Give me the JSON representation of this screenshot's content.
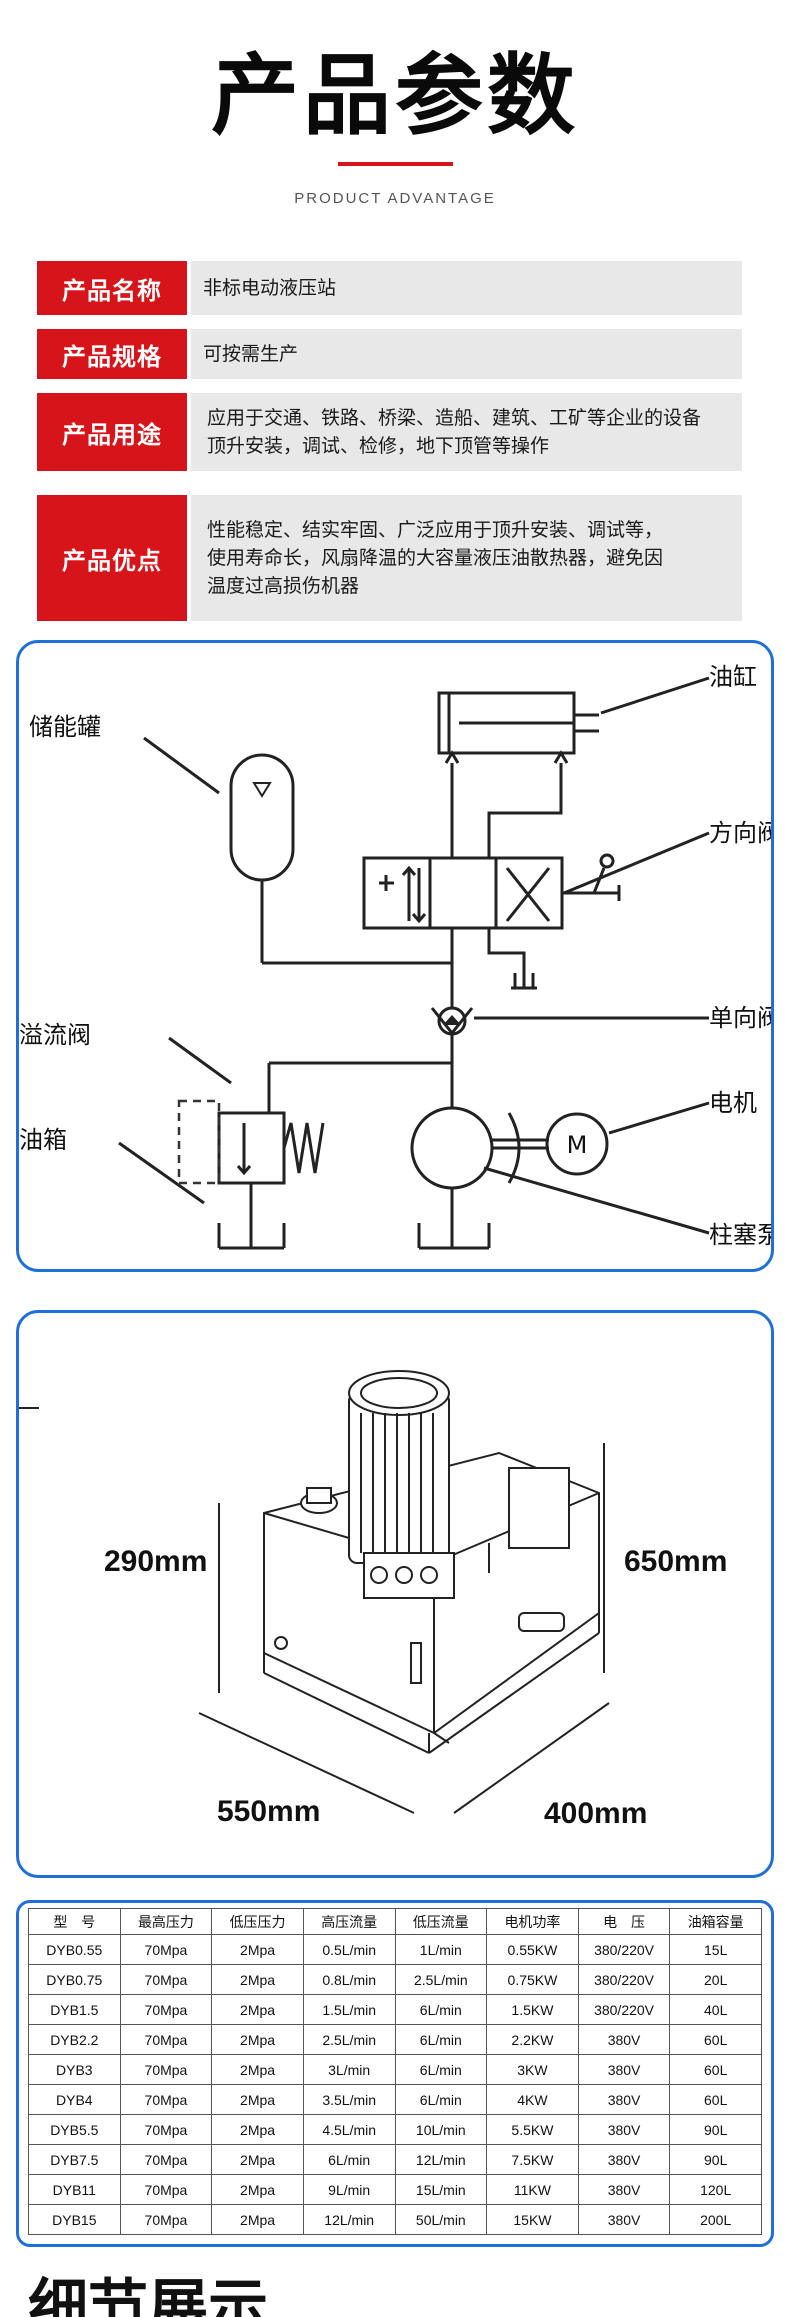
{
  "hero": {
    "title": "产品参数",
    "subtitle": "PRODUCT ADVANTAGE",
    "accent_color": "#d7141a"
  },
  "params": [
    {
      "label": "产品名称",
      "lines": [
        "非标电动液压站"
      ]
    },
    {
      "label": "产品规格",
      "lines": [
        "可按需生产"
      ]
    },
    {
      "label": "产品用途",
      "lines": [
        "应用于交通、铁路、桥梁、造船、建筑、工矿等企业的设备",
        "顶升安装，调试、检修，地下顶管等操作"
      ]
    },
    {
      "label": "产品优点",
      "lines": [
        "性能稳定、结实牢固、广泛应用于顶升安装、调试等，",
        "使用寿命长，风扇降温的大容量液压油散热器，避免因",
        "温度过高损伤机器"
      ]
    }
  ],
  "schematic": {
    "labels": {
      "cylinder": "油缸",
      "accumulator": "储能罐",
      "directional_valve": "方向阀",
      "check_valve": "单向阀",
      "relief_valve": "溢流阀",
      "motor": "电机",
      "motor_symbol": "M",
      "tank": "油箱",
      "pump": "柱塞泵"
    }
  },
  "dimensions": {
    "left": "290mm",
    "right": "650mm",
    "bottom_left": "550mm",
    "bottom_right": "400mm"
  },
  "specs": {
    "headers": [
      "型　号",
      "最高压力",
      "低压压力",
      "高压流量",
      "低压流量",
      "电机功率",
      "电　压",
      "油箱容量"
    ],
    "rows": [
      [
        "DYB0.55",
        "70Mpa",
        "2Mpa",
        "0.5L/min",
        "1L/min",
        "0.55KW",
        "380/220V",
        "15L"
      ],
      [
        "DYB0.75",
        "70Mpa",
        "2Mpa",
        "0.8L/min",
        "2.5L/min",
        "0.75KW",
        "380/220V",
        "20L"
      ],
      [
        "DYB1.5",
        "70Mpa",
        "2Mpa",
        "1.5L/min",
        "6L/min",
        "1.5KW",
        "380/220V",
        "40L"
      ],
      [
        "DYB2.2",
        "70Mpa",
        "2Mpa",
        "2.5L/min",
        "6L/min",
        "2.2KW",
        "380V",
        "60L"
      ],
      [
        "DYB3",
        "70Mpa",
        "2Mpa",
        "3L/min",
        "6L/min",
        "3KW",
        "380V",
        "60L"
      ],
      [
        "DYB4",
        "70Mpa",
        "2Mpa",
        "3.5L/min",
        "6L/min",
        "4KW",
        "380V",
        "60L"
      ],
      [
        "DYB5.5",
        "70Mpa",
        "2Mpa",
        "4.5L/min",
        "10L/min",
        "5.5KW",
        "380V",
        "90L"
      ],
      [
        "DYB7.5",
        "70Mpa",
        "2Mpa",
        "6L/min",
        "12L/min",
        "7.5KW",
        "380V",
        "90L"
      ],
      [
        "DYB11",
        "70Mpa",
        "2Mpa",
        "9L/min",
        "15L/min",
        "11KW",
        "380V",
        "120L"
      ],
      [
        "DYB15",
        "70Mpa",
        "2Mpa",
        "12L/min",
        "50L/min",
        "15KW",
        "380V",
        "200L"
      ]
    ]
  },
  "detail": {
    "title": "细节展示"
  }
}
